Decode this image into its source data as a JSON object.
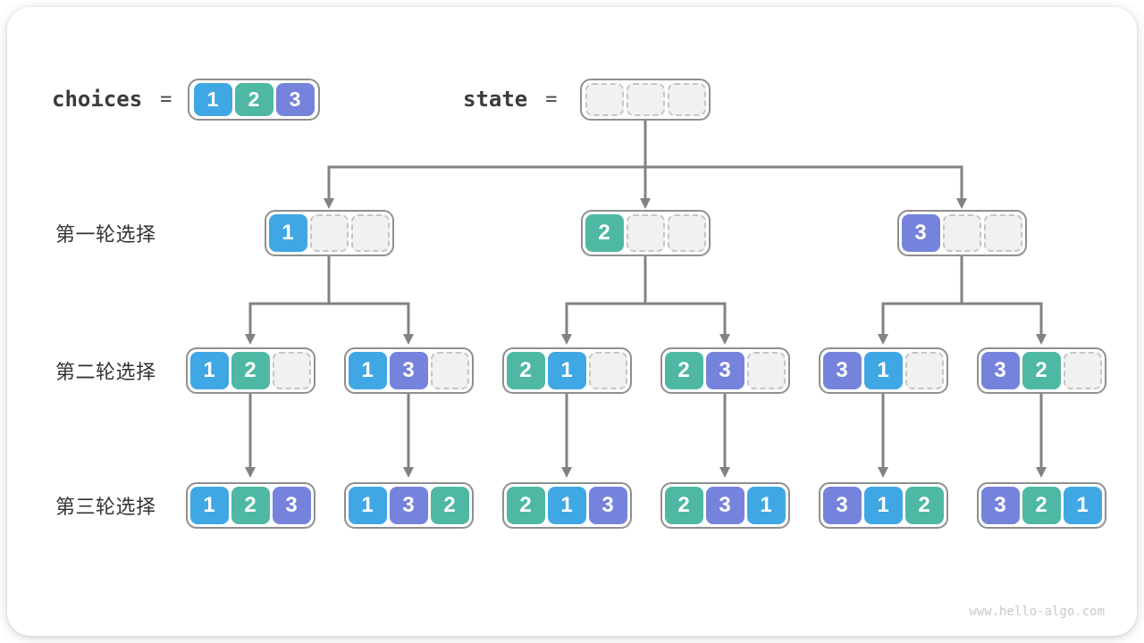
{
  "page": {
    "watermark": "www.hello-algo.com"
  },
  "colors": {
    "cell_1": "#3FA7E4",
    "cell_2": "#4EB8A5",
    "cell_3": "#7583DC",
    "arrow": "#828282",
    "node_border": "#8F8F8F",
    "empty_fill": "#F1F1F1",
    "empty_border": "#C5C5C5"
  },
  "legend": {
    "choices_label": "choices",
    "equals": "=",
    "choices_cells": [
      1,
      2,
      3
    ],
    "state_label": "state",
    "state_cells": [
      null,
      null,
      null
    ]
  },
  "rows": [
    {
      "label": "第一轮选择",
      "nodes": [
        [
          1,
          null,
          null
        ],
        [
          2,
          null,
          null
        ],
        [
          3,
          null,
          null
        ]
      ]
    },
    {
      "label": "第二轮选择",
      "nodes": [
        [
          1,
          2,
          null
        ],
        [
          1,
          3,
          null
        ],
        [
          2,
          1,
          null
        ],
        [
          2,
          3,
          null
        ],
        [
          3,
          1,
          null
        ],
        [
          3,
          2,
          null
        ]
      ]
    },
    {
      "label": "第三轮选择",
      "nodes": [
        [
          1,
          2,
          3
        ],
        [
          1,
          3,
          2
        ],
        [
          2,
          1,
          3
        ],
        [
          2,
          3,
          1
        ],
        [
          3,
          1,
          2
        ],
        [
          3,
          2,
          1
        ]
      ]
    }
  ]
}
